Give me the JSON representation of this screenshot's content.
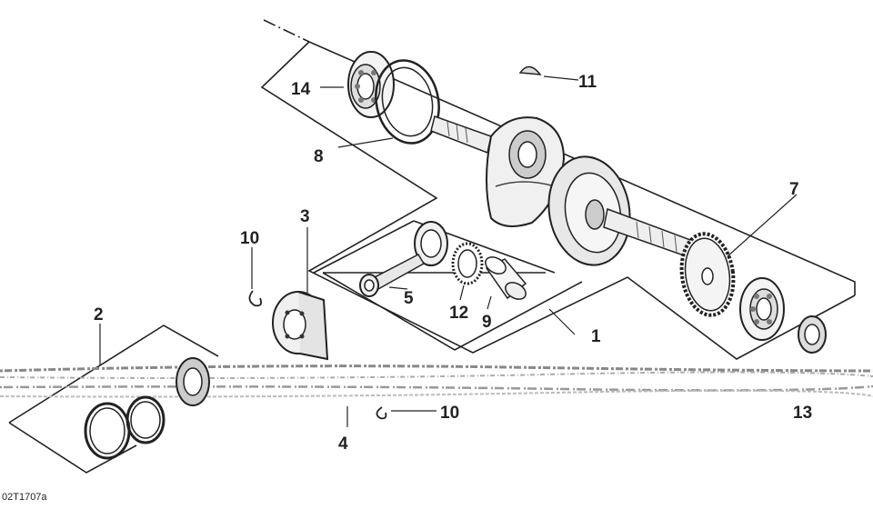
{
  "diagram": {
    "callouts": {
      "n1": "1",
      "n2": "2",
      "n3": "3",
      "n4": "4",
      "n5": "5",
      "n7": "7",
      "n8": "8",
      "n9": "9",
      "n10a": "10",
      "n10b": "10",
      "n11": "11",
      "n12": "12",
      "n13": "13",
      "n14": "14"
    },
    "figure_code": "02T1707a"
  }
}
